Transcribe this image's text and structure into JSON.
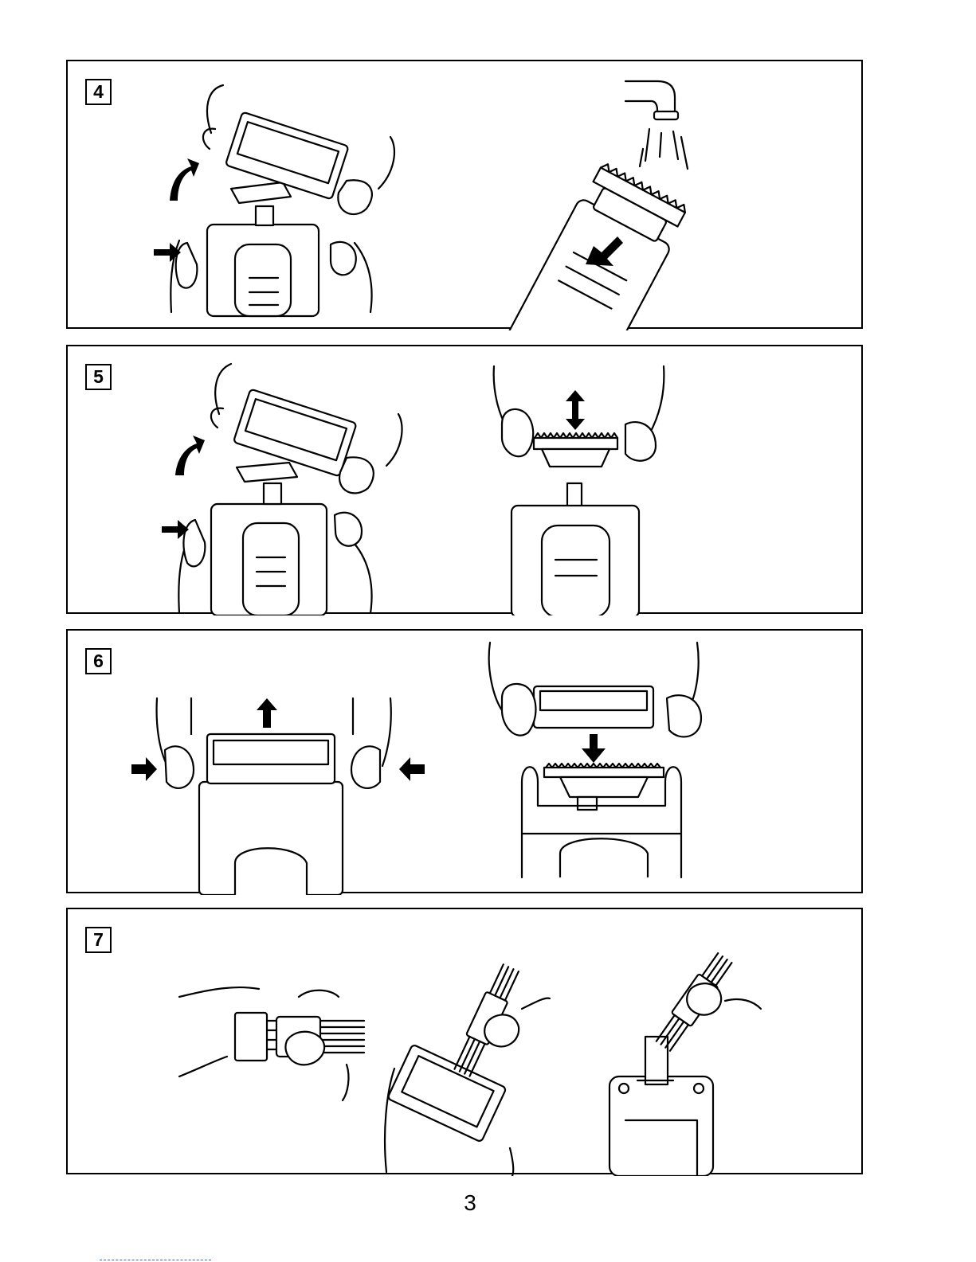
{
  "steps": [
    {
      "number": "4",
      "illustrations": [
        "remove-foil-frame",
        "rinse-cutter-under-tap"
      ]
    },
    {
      "number": "5",
      "illustrations": [
        "remove-foil-frame",
        "remove-cutter-block"
      ]
    },
    {
      "number": "6",
      "illustrations": [
        "pull-off-foil-frame",
        "replace-cutter-and-frame"
      ]
    },
    {
      "number": "7",
      "illustrations": [
        "brush-foil-frame",
        "brush-inside-frame",
        "brush-shaver-head"
      ]
    }
  ],
  "page": {
    "number": "3"
  }
}
